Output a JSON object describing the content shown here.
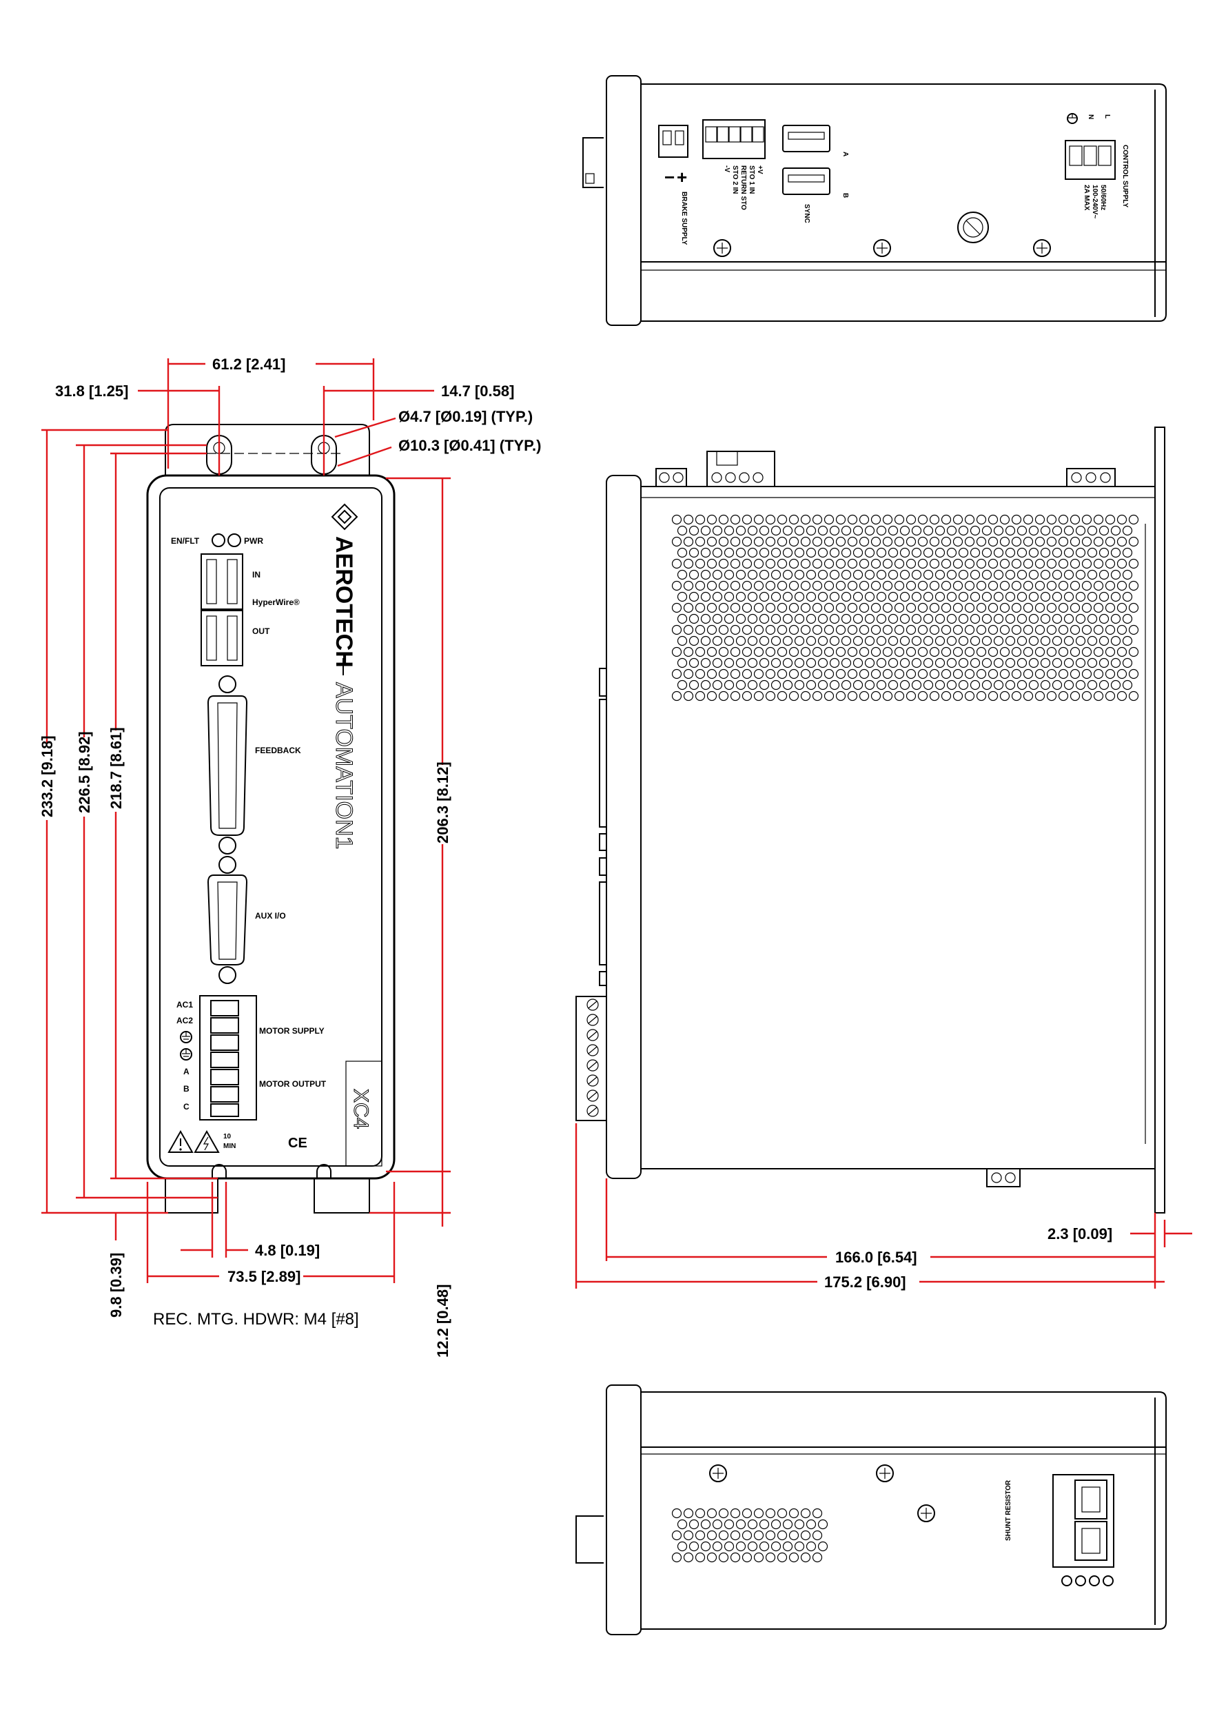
{
  "dimensions": {
    "d_61_2": "61.2 [2.41]",
    "d_31_8": "31.8 [1.25]",
    "d_14_7": "14.7 [0.58]",
    "d_hole_small": "Ø4.7 [Ø0.19] (TYP.)",
    "d_hole_large": "Ø10.3 [Ø0.41] (TYP.)",
    "d_233_2": "233.2 [9.18]",
    "d_226_5": "226.5 [8.92]",
    "d_218_7": "218.7 [8.61]",
    "d_206_3": "206.3 [8.12]",
    "d_4_8": "4.8 [0.19]",
    "d_73_5": "73.5 [2.89]",
    "d_9_8": "9.8 [0.39]",
    "d_12_2": "12.2 [0.48]",
    "d_166_0": "166.0 [6.54]",
    "d_175_2": "175.2 [6.90]",
    "d_2_3": "2.3 [0.09]"
  },
  "note": "REC. MTG. HDWR: M4 [#8]",
  "front_panel": {
    "led_left": "EN/FLT",
    "led_right": "PWR",
    "in": "IN",
    "hyperwire": "HyperWire®",
    "out": "OUT",
    "feedback": "FEEDBACK",
    "aux_io": "AUX I/O",
    "ac1": "AC1",
    "ac2": "AC2",
    "phase_a": "A",
    "phase_b": "B",
    "phase_c": "C",
    "motor_supply": "MOTOR SUPPLY",
    "motor_output": "MOTOR OUTPUT",
    "wait_top": "10",
    "wait_bottom": "MIN",
    "ce": "CE",
    "brand_main": "AEROTECH",
    "brand_product": "AUTOMATION1",
    "model": "XC4"
  },
  "top_view": {
    "brake_supply": "BRAKE SUPPLY",
    "brake_minus": "−",
    "brake_plus": "+",
    "sto_1": "+V",
    "sto_2": "STO 1 IN",
    "sto_3": "RETURN STO",
    "sto_4": "STO 2 IN",
    "sto_5": "-V",
    "usb_a": "A",
    "usb_b": "B",
    "sync": "SYNC",
    "control_supply": "CONTROL SUPPLY",
    "ctrl_rating_1": "50/60Hz",
    "ctrl_rating_2": "100-240V~",
    "ctrl_rating_3": "2A MAX",
    "pin_n": "N",
    "pin_l": "L"
  },
  "bottom_view": {
    "shunt_resistor": "SHUNT RESISTOR"
  }
}
